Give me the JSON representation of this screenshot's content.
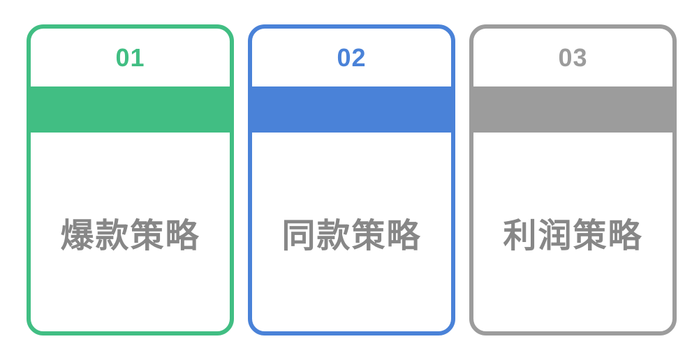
{
  "page": {
    "background": "#ffffff",
    "label_text_color": "#878787"
  },
  "cards": [
    {
      "number": "01",
      "label": "爆款策略",
      "color": "#41BE83"
    },
    {
      "number": "02",
      "label": "同款策略",
      "color": "#4A82D8"
    },
    {
      "number": "03",
      "label": "利润策略",
      "color": "#9C9C9C"
    }
  ]
}
